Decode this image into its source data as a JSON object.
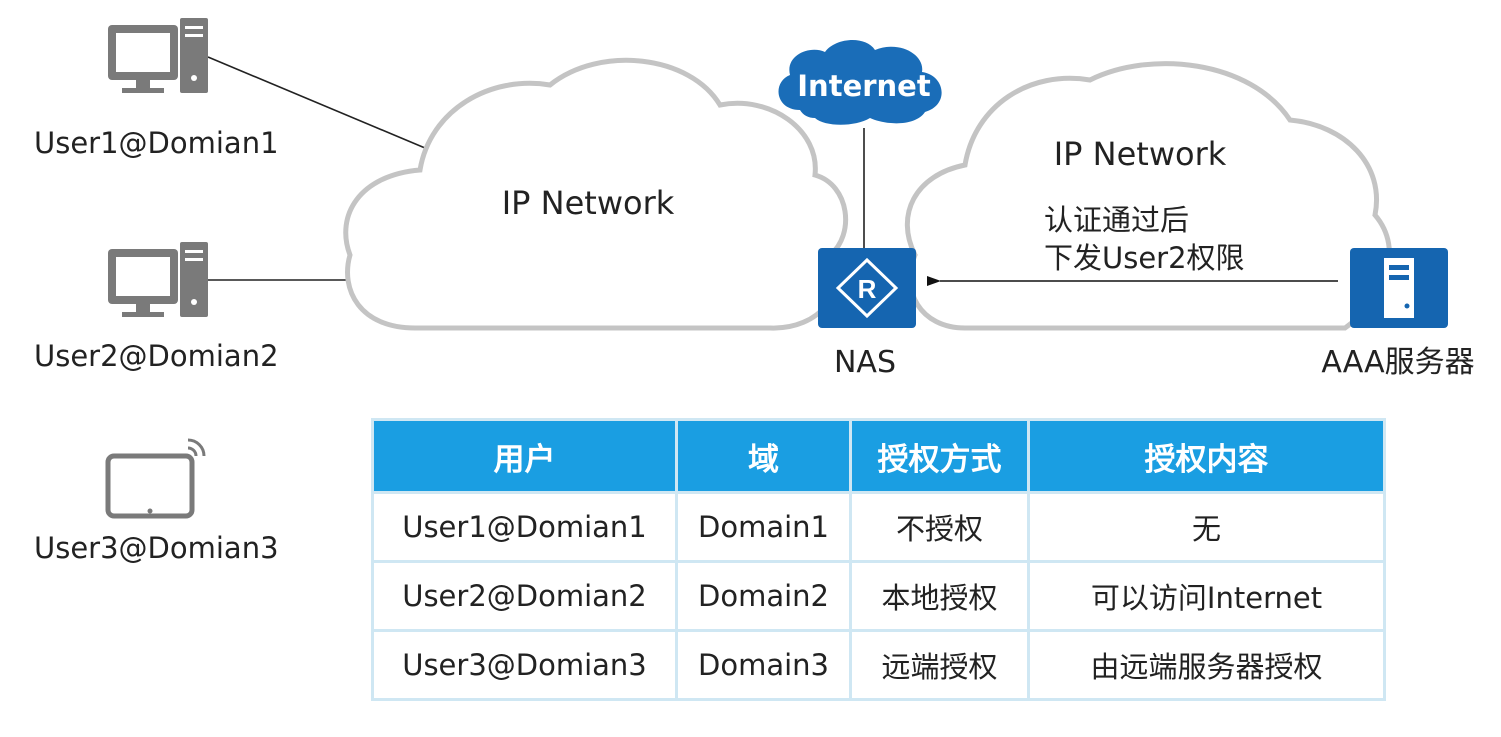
{
  "users": [
    {
      "label": "User1@Domian1"
    },
    {
      "label": "User2@Domian2"
    },
    {
      "label": "User3@Domian3"
    }
  ],
  "clouds": {
    "left_label": "IP Network",
    "right_label": "IP Network",
    "internet_label": "Internet"
  },
  "nas": {
    "label": "NAS"
  },
  "aaa": {
    "label": "AAA服务器"
  },
  "arrow_text": {
    "line1": "认证通过后",
    "line2": "下发User2权限"
  },
  "table": {
    "headers": [
      "用户",
      "域",
      "授权方式",
      "授权内容"
    ],
    "rows": [
      [
        "User1@Domian1",
        "Domain1",
        "不授权",
        "无"
      ],
      [
        "User2@Domian2",
        "Domain2",
        "本地授权",
        "可以访问Internet"
      ],
      [
        "User3@Domian3",
        "Domain3",
        "远端授权",
        "由远端服务器授权"
      ]
    ]
  },
  "icons": {
    "user1": "desktop-computer-icon",
    "user2": "desktop-computer-icon",
    "user3": "wireless-tablet-icon",
    "nas": "router-icon",
    "aaa": "server-icon"
  },
  "colors": {
    "header_bg": "#1a9ee2",
    "device_blue": "#1565b0",
    "internet_cloud": "#1a6db8",
    "cloud_outline": "#c4c4c4",
    "icon_gray": "#7a7a7a",
    "table_border": "#cfe7f3"
  }
}
